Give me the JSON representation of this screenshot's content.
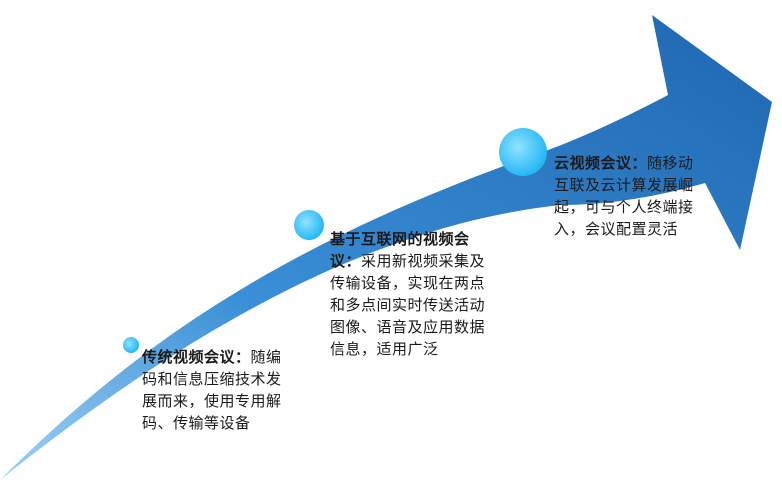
{
  "colors": {
    "arrow_dark": "#1f67b1",
    "arrow_mid": "#3a8fd6",
    "arrow_light": "#9fd2f5",
    "dot": "#27b7f5"
  },
  "stages": [
    {
      "title": "传统视频会议：",
      "body": "随编码和信息压缩技术发展而来，使用专用解码、传输等设备"
    },
    {
      "title": "基于互联网的视频会议：",
      "body": "采用新视频采集及传输设备，实现在两点和多点间实时传送活动图像、语音及应用数据信息，适用广泛"
    },
    {
      "title": "云视频会议：",
      "body": "随移动互联及云计算发展崛起，可与个人终端接入，会议配置灵活"
    }
  ]
}
